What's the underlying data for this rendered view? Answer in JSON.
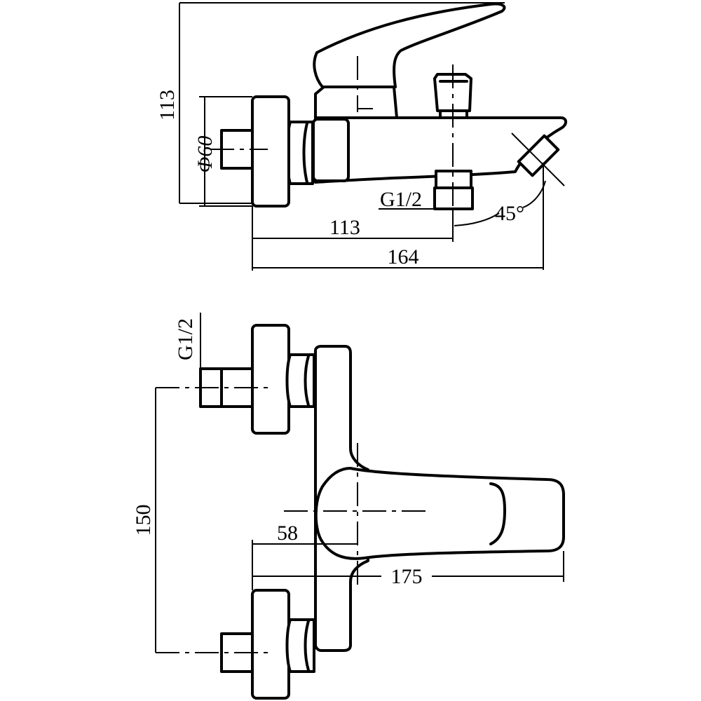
{
  "side_view": {
    "dim_height": "113",
    "dim_diameter": "Φ60",
    "dim_thread": "G1/2",
    "dim_angle": "45°",
    "dim_inlet_to_center": "113",
    "dim_total_depth": "164"
  },
  "top_view": {
    "dim_thread": "G1/2",
    "dim_inlet_spacing": "150",
    "dim_wall_to_lever": "58",
    "dim_total_length": "175"
  },
  "colors": {
    "line": "#000000",
    "background": "#ffffff"
  }
}
